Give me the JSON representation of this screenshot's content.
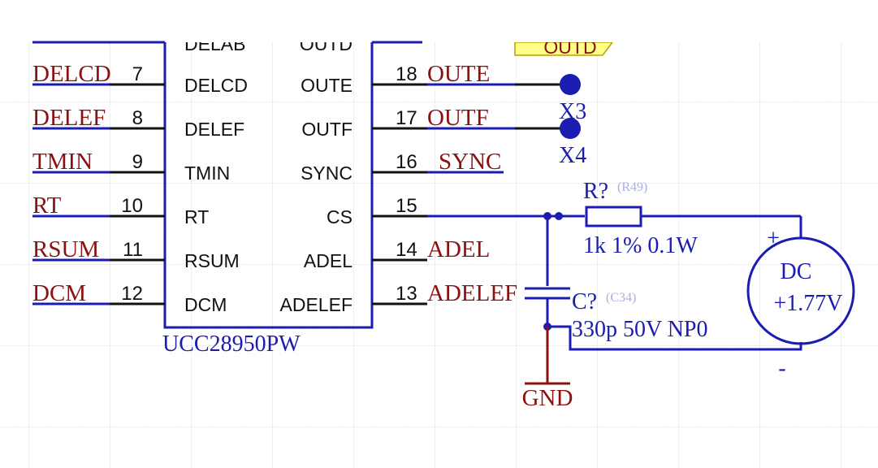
{
  "chip": {
    "name": "UCC28950PW",
    "top_left_partial": "DELAB",
    "top_right_partial": "OUTD",
    "left_pins": [
      {
        "net": "DELCD",
        "num": "7",
        "name": "DELCD"
      },
      {
        "net": "DELEF",
        "num": "8",
        "name": "DELEF"
      },
      {
        "net": "TMIN",
        "num": "9",
        "name": "TMIN"
      },
      {
        "net": "RT",
        "num": "10",
        "name": "RT"
      },
      {
        "net": "RSUM",
        "num": "11",
        "name": "RSUM"
      },
      {
        "net": "DCM",
        "num": "12",
        "name": "DCM"
      }
    ],
    "right_pins": [
      {
        "num": "18",
        "name": "OUTE",
        "net": "OUTE"
      },
      {
        "num": "17",
        "name": "OUTF",
        "net": "OUTF"
      },
      {
        "num": "16",
        "name": "SYNC",
        "net": "SYNC"
      },
      {
        "num": "15",
        "name": "CS",
        "net": ""
      },
      {
        "num": "14",
        "name": "ADEL",
        "net": "ADEL"
      },
      {
        "num": "13",
        "name": "ADELEF",
        "net": "ADELEF"
      }
    ]
  },
  "port_flag": {
    "label": "OUTD",
    "fill": "#ffff88",
    "stroke": "#b8a000"
  },
  "test_points": [
    {
      "label": "X3"
    },
    {
      "label": "X4"
    }
  ],
  "resistor": {
    "designator": "R?",
    "ref": "(R49)",
    "value": "1k 1% 0.1W"
  },
  "capacitor": {
    "designator": "C?",
    "ref": "(C34)",
    "value": "330p 50V NP0"
  },
  "source": {
    "type": "DC",
    "value": "+1.77V",
    "plus": "+",
    "minus": "-"
  },
  "ground": {
    "label": "GND"
  },
  "colors": {
    "wire": "#1b1db1",
    "net_label": "#8b1010",
    "pin": "#111111",
    "grid": "#e3e3e3",
    "background": "#ffffff"
  }
}
